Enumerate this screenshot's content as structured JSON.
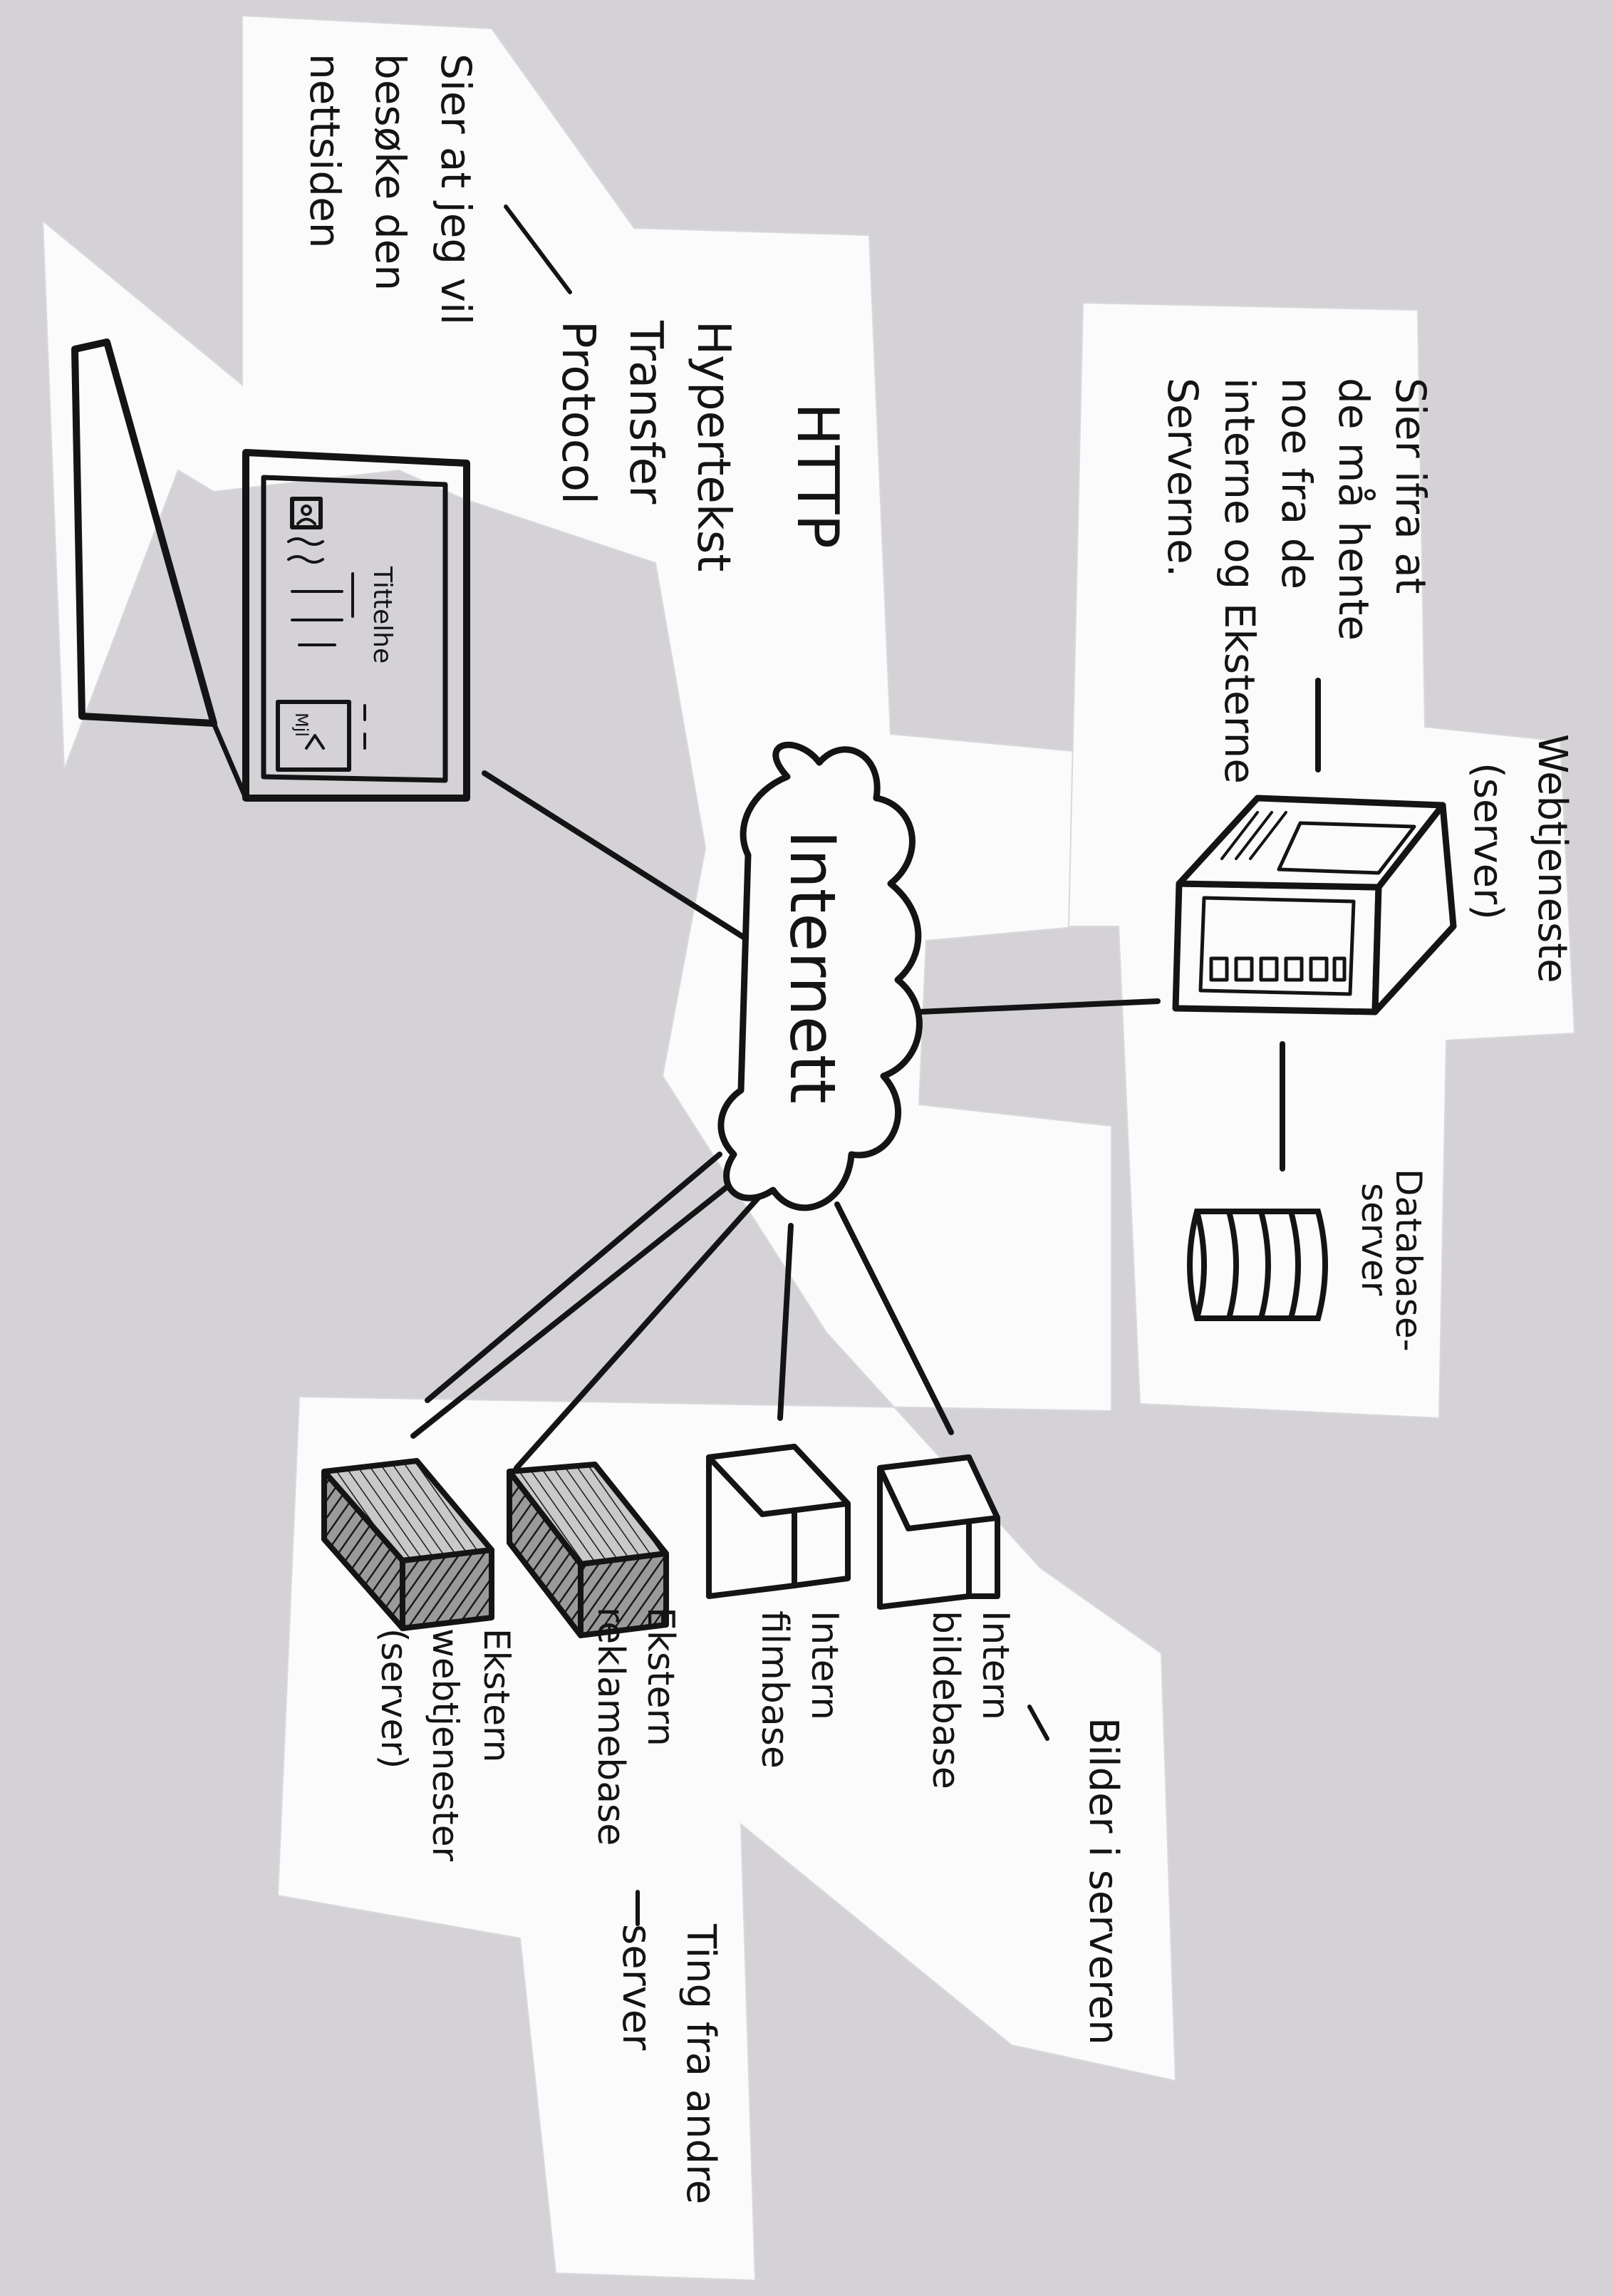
{
  "laptop": {
    "screen_title": "Tittelhe",
    "screen_image_text": "Mjl",
    "note": [
      "Sier at jeg vil",
      "besøke den",
      "nettsiden"
    ]
  },
  "protocol": {
    "acronym": "HTTP",
    "full": [
      "Hypertekst",
      "Transfer",
      "Protocol"
    ]
  },
  "internet": {
    "label": "Internett"
  },
  "webserver": {
    "label": [
      "Webtjeneste",
      "(server)"
    ],
    "note": [
      "Sier ifra at",
      "de må hente",
      "noe fra de",
      "interne og Eksterne",
      "Serverne."
    ]
  },
  "database": {
    "label": [
      "Database-",
      "server"
    ]
  },
  "resources": [
    {
      "label": [
        "Intern",
        "bildebase"
      ]
    },
    {
      "label": [
        "Intern",
        "filmbase"
      ]
    },
    {
      "label": [
        "Ekstern",
        "reklamebase"
      ]
    },
    {
      "label": [
        "Ekstern",
        "webtjenester",
        "(server)"
      ]
    }
  ],
  "notes": {
    "images": "Bilder i serveren",
    "external": [
      "Ting fra andre",
      "server"
    ]
  }
}
